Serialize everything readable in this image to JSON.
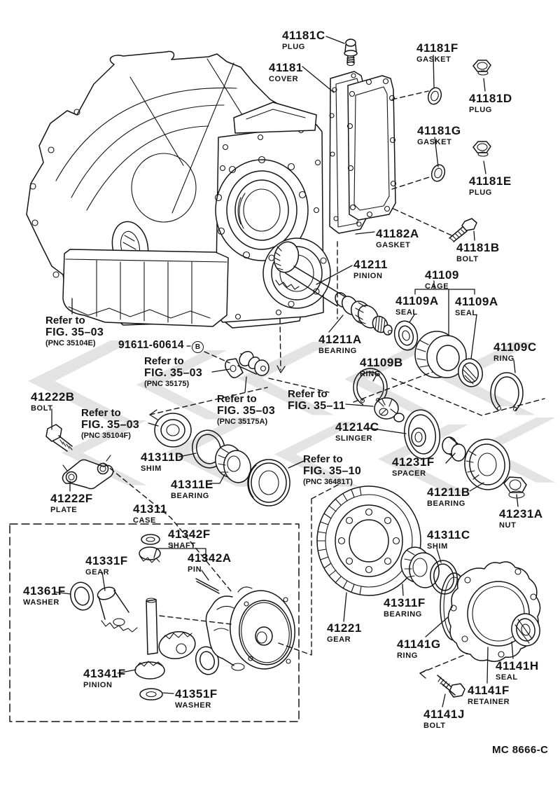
{
  "doc_code": "MC 8666-C",
  "part_number_note": {
    "code": "91611-60614",
    "suffix": "B"
  },
  "colors": {
    "ink": "#141414",
    "watermark": "#c8c8c8",
    "background": "#ffffff"
  },
  "labels": [
    {
      "id": "l41181c",
      "code": "41181C",
      "desc": "PLUG"
    },
    {
      "id": "l41181",
      "code": "41181",
      "desc": "COVER"
    },
    {
      "id": "l41181f",
      "code": "41181F",
      "desc": "GASKET"
    },
    {
      "id": "l41181d",
      "code": "41181D",
      "desc": "PLUG"
    },
    {
      "id": "l41181g",
      "code": "41181G",
      "desc": "GASKET"
    },
    {
      "id": "l41181e",
      "code": "41181E",
      "desc": "PLUG"
    },
    {
      "id": "l41182a",
      "code": "41182A",
      "desc": "GASKET"
    },
    {
      "id": "l41181b",
      "code": "41181B",
      "desc": "BOLT"
    },
    {
      "id": "l41211",
      "code": "41211",
      "desc": "PINION"
    },
    {
      "id": "l41109",
      "code": "41109",
      "desc": "CAGE"
    },
    {
      "id": "l41109a1",
      "code": "41109A",
      "desc": "SEAL"
    },
    {
      "id": "l41109a2",
      "code": "41109A",
      "desc": "SEAL"
    },
    {
      "id": "l41109c",
      "code": "41109C",
      "desc": "RING"
    },
    {
      "id": "l41109b",
      "code": "41109B",
      "desc": "RING"
    },
    {
      "id": "l41211a",
      "code": "41211A",
      "desc": "BEARING"
    },
    {
      "id": "l41222b",
      "code": "41222B",
      "desc": "BOLT"
    },
    {
      "id": "l41311d",
      "code": "41311D",
      "desc": "SHIM"
    },
    {
      "id": "l41311e",
      "code": "41311E",
      "desc": "BEARING"
    },
    {
      "id": "l41222f",
      "code": "41222F",
      "desc": "PLATE"
    },
    {
      "id": "l41311",
      "code": "41311",
      "desc": "CASE"
    },
    {
      "id": "l41342f",
      "code": "41342F",
      "desc": "SHAFT"
    },
    {
      "id": "l41342a",
      "code": "41342A",
      "desc": "PIN"
    },
    {
      "id": "l41331f",
      "code": "41331F",
      "desc": "GEAR"
    },
    {
      "id": "l41361f",
      "code": "41361F",
      "desc": "WASHER"
    },
    {
      "id": "l41341f",
      "code": "41341F",
      "desc": "PINION"
    },
    {
      "id": "l41351f",
      "code": "41351F",
      "desc": "WASHER"
    },
    {
      "id": "l41221",
      "code": "41221",
      "desc": "GEAR"
    },
    {
      "id": "l41214c",
      "code": "41214C",
      "desc": "SLINGER"
    },
    {
      "id": "l41231f",
      "code": "41231F",
      "desc": "SPACER"
    },
    {
      "id": "l41211b",
      "code": "41211B",
      "desc": "BEARING"
    },
    {
      "id": "l41231a",
      "code": "41231A",
      "desc": "NUT"
    },
    {
      "id": "l41311c",
      "code": "41311C",
      "desc": "SHIM"
    },
    {
      "id": "l41311f",
      "code": "41311F",
      "desc": "BEARING"
    },
    {
      "id": "l41141g",
      "code": "41141G",
      "desc": "RING"
    },
    {
      "id": "l41141h",
      "code": "41141H",
      "desc": "SEAL"
    },
    {
      "id": "l41141f",
      "code": "41141F",
      "desc": "RETAINER"
    },
    {
      "id": "l41141j",
      "code": "41141J",
      "desc": "BOLT"
    }
  ],
  "refs": [
    {
      "id": "r35104e",
      "line1": "Refer to",
      "line2": "FIG. 35–03",
      "pnc": "(PNC 35104E)"
    },
    {
      "id": "r35175",
      "line1": "Refer to",
      "line2": "FIG. 35–03",
      "pnc": "(PNC 35175)"
    },
    {
      "id": "r35104f",
      "line1": "Refer to",
      "line2": "FIG. 35–03",
      "pnc": "(PNC 35104F)"
    },
    {
      "id": "r35175a",
      "line1": "Refer to",
      "line2": "FIG. 35–03",
      "pnc": "(PNC 35175A)"
    },
    {
      "id": "r3511",
      "line1": "Refer to",
      "line2": "FIG. 35–11",
      "pnc": ""
    },
    {
      "id": "r3510",
      "line1": "Refer to",
      "line2": "FIG. 35–10",
      "pnc": "(PNC 36481T)"
    }
  ]
}
